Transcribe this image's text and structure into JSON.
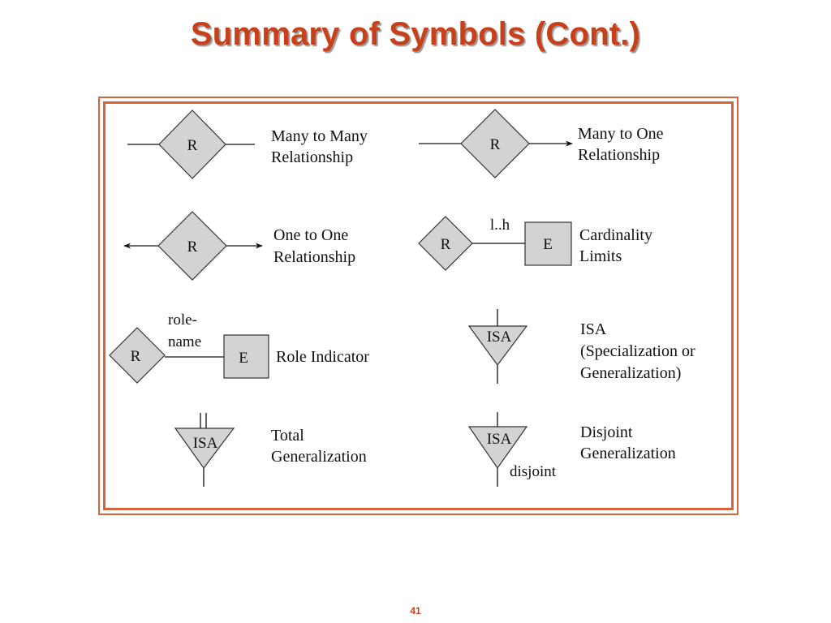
{
  "slide": {
    "title": "Summary of Symbols (Cont.)",
    "page_number": "41"
  },
  "symbols": {
    "many_to_many": {
      "symbol": "R",
      "label_line1": "Many to Many",
      "label_line2": "Relationship"
    },
    "many_to_one": {
      "symbol": "R",
      "label_line1": "Many to One",
      "label_line2": "Relationship"
    },
    "one_to_one": {
      "symbol": "R",
      "label_line1": "One to One",
      "label_line2": "Relationship"
    },
    "cardinality": {
      "relationship": "R",
      "entity": "E",
      "limits": "l..h",
      "label_line1": "Cardinality",
      "label_line2": "Limits"
    },
    "role_indicator": {
      "relationship": "R",
      "entity": "E",
      "role_line1": "role-",
      "role_line2": "name",
      "label": "Role Indicator"
    },
    "isa": {
      "symbol": "ISA",
      "label_line1": "ISA",
      "label_line2": "(Specialization or",
      "label_line3": "Generalization)"
    },
    "total_generalization": {
      "symbol": "ISA",
      "label_line1": "Total",
      "label_line2": "Generalization"
    },
    "disjoint_generalization": {
      "symbol": "ISA",
      "annotation": "disjoint",
      "label_line1": "Disjoint",
      "label_line2": "Generalization"
    }
  },
  "colors": {
    "title": "#c8401a",
    "frame": "#d7653c",
    "shape_fill": "#d3d3d3"
  }
}
